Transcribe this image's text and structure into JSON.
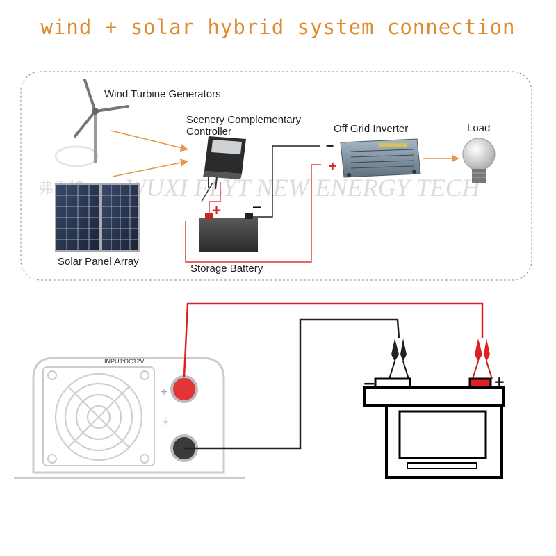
{
  "title": "wind + solar hybrid system connection",
  "diagram": {
    "labels": {
      "wind": "Wind Turbine Generators",
      "controller_line1": "Scenery Complementary",
      "controller_line2": "Controller",
      "inverter": "Off Grid Inverter",
      "load": "Load",
      "solar": "Solar Panel Array",
      "battery": "Storage Battery"
    },
    "watermark": {
      "latin": "WUXI FLYT NEW ENERGY TECH",
      "chinese": "弗雷特"
    }
  },
  "wiring": {
    "inverter_input_label": "INPUT:DC12V",
    "plus": "+",
    "minus": "−",
    "ground": "⏚"
  },
  "colors": {
    "title": "#e08a2e",
    "arrow": "#e8964a",
    "positive_wire": "#dd2222",
    "negative_wire": "#222222"
  }
}
